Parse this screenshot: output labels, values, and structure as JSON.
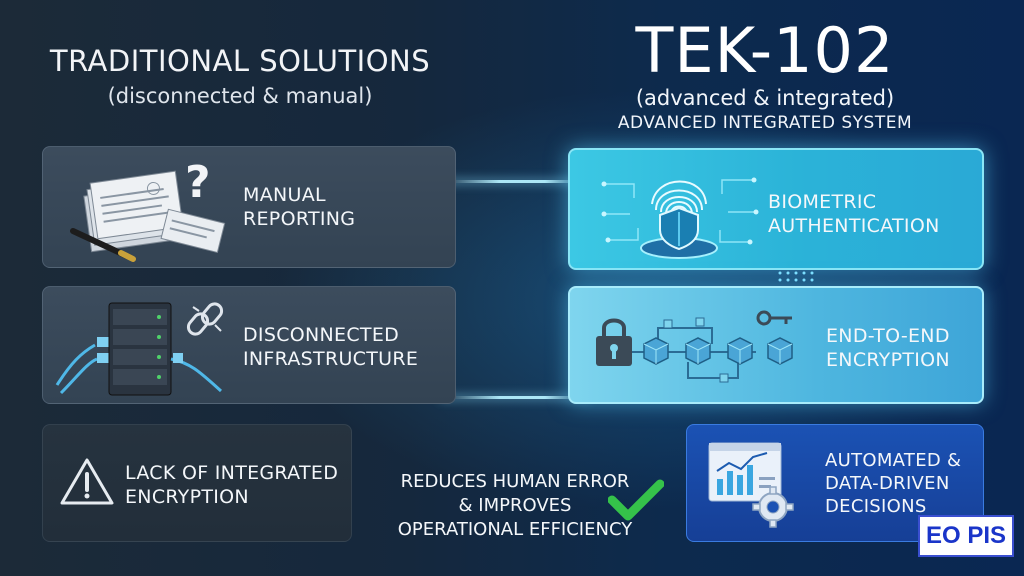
{
  "left": {
    "title": "TRADITIONAL SOLUTIONS",
    "subtitle": "(disconnected & manual)"
  },
  "right": {
    "title": "TEK-102",
    "subtitle": "(advanced & integrated)",
    "subtitle2": "ADVANCED INTEGRATED SYSTEM"
  },
  "left_cards": [
    {
      "line1": "MANUAL",
      "line2": "REPORTING",
      "icon": "paper-reports-icon"
    },
    {
      "line1": "DISCONNECTED",
      "line2": "INFRASTRUCTURE",
      "icon": "server-broken-link-icon"
    },
    {
      "line1": "LACK OF INTEGRATED",
      "line2": "ENCRYPTION",
      "icon": "warning-triangle-icon"
    }
  ],
  "right_cards": [
    {
      "line1": "BIOMETRIC",
      "line2": "AUTHENTICATION",
      "icon": "fingerprint-shield-icon"
    },
    {
      "line1": "END-TO-END",
      "line2": "ENCRYPTION",
      "icon": "padlock-chain-icon"
    },
    {
      "line1": "AUTOMATED &",
      "line2": "DATA-DRIVEN",
      "line3": "DECISIONS",
      "icon": "dashboard-gear-icon"
    }
  ],
  "middle": {
    "line1": "REDUCES HUMAN ERROR",
    "line2": "& IMPROVES",
    "line3": "OPERATIONAL EFFICIENCY",
    "icon": "checkmark-icon"
  },
  "badge": "EO PIS",
  "colors": {
    "check": "#35c24a",
    "cyan": "#3cc8e4",
    "blue_card": "#1b52b4",
    "badge_text": "#1a35c9"
  }
}
